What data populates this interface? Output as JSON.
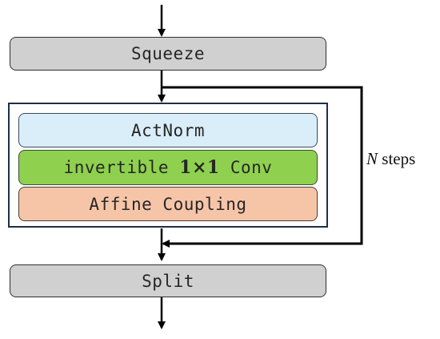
{
  "diagram": {
    "squeeze_label": "Squeeze",
    "actnorm_label": "ActNorm",
    "conv_label": {
      "prefix": "invertible",
      "math": "1×1",
      "suffix": "Conv"
    },
    "coupling_label": "Affine Coupling",
    "split_label": "Split",
    "loop_label": {
      "variable": "N",
      "text": "steps"
    }
  },
  "colors": {
    "squeeze_split_fill": "#d0d0d0",
    "actnorm_fill": "#d9eef9",
    "conv_fill": "#8fd14f",
    "coupling_fill": "#f6c5a8",
    "stroke": "#000000"
  }
}
